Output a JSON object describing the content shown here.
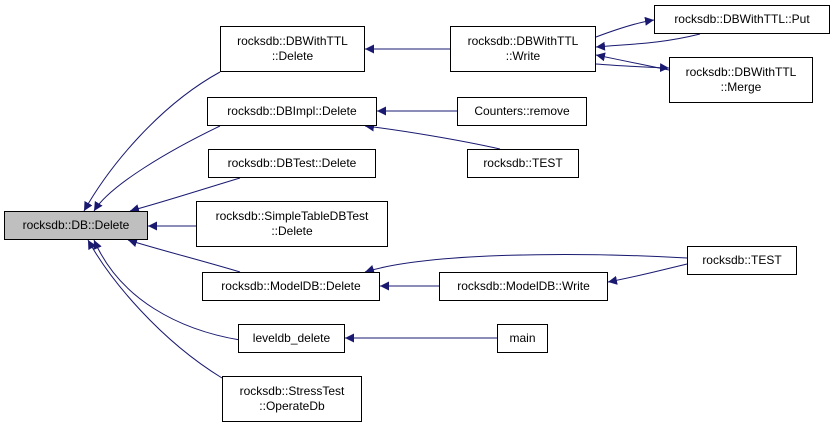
{
  "colors": {
    "edge": "#191970",
    "node_border": "#000000",
    "root_fill": "#bfbfbf",
    "node_fill": "#ffffff"
  },
  "nodes": {
    "db_delete": {
      "lines": [
        "rocksdb::DB::Delete"
      ]
    },
    "dbwithttl_delete": {
      "lines": [
        "rocksdb::DBWithTTL",
        "::Delete"
      ]
    },
    "dbwithttl_write": {
      "lines": [
        "rocksdb::DBWithTTL",
        "::Write"
      ]
    },
    "dbwithttl_put": {
      "lines": [
        "rocksdb::DBWithTTL::Put"
      ]
    },
    "dbwithttl_merge": {
      "lines": [
        "rocksdb::DBWithTTL",
        "::Merge"
      ]
    },
    "dbimpl_delete": {
      "lines": [
        "rocksdb::DBImpl::Delete"
      ]
    },
    "counters_remove": {
      "lines": [
        "Counters::remove"
      ]
    },
    "test_1": {
      "lines": [
        "rocksdb::TEST"
      ]
    },
    "dbtest_delete": {
      "lines": [
        "rocksdb::DBTest::Delete"
      ]
    },
    "simpletable_delete": {
      "lines": [
        "rocksdb::SimpleTableDBTest",
        "::Delete"
      ]
    },
    "modeldb_delete": {
      "lines": [
        "rocksdb::ModelDB::Delete"
      ]
    },
    "modeldb_write": {
      "lines": [
        "rocksdb::ModelDB::Write"
      ]
    },
    "test_2": {
      "lines": [
        "rocksdb::TEST"
      ]
    },
    "leveldb_delete": {
      "lines": [
        "leveldb_delete"
      ]
    },
    "main": {
      "lines": [
        "main"
      ]
    },
    "stresstest_operatedb": {
      "lines": [
        "rocksdb::StressTest",
        "::OperateDb"
      ]
    }
  },
  "edges": [
    [
      "dbwithttl_delete",
      "db_delete"
    ],
    [
      "dbimpl_delete",
      "db_delete"
    ],
    [
      "dbtest_delete",
      "db_delete"
    ],
    [
      "simpletable_delete",
      "db_delete"
    ],
    [
      "modeldb_delete",
      "db_delete"
    ],
    [
      "leveldb_delete",
      "db_delete"
    ],
    [
      "stresstest_operatedb",
      "db_delete"
    ],
    [
      "dbwithttl_write",
      "dbwithttl_delete"
    ],
    [
      "dbwithttl_put",
      "dbwithttl_write"
    ],
    [
      "dbwithttl_merge",
      "dbwithttl_write"
    ],
    [
      "counters_remove",
      "dbimpl_delete"
    ],
    [
      "test_1",
      "dbimpl_delete"
    ],
    [
      "modeldb_write",
      "modeldb_delete"
    ],
    [
      "test_2",
      "modeldb_delete"
    ],
    [
      "test_2",
      "modeldb_write"
    ],
    [
      "main",
      "leveldb_delete"
    ]
  ]
}
